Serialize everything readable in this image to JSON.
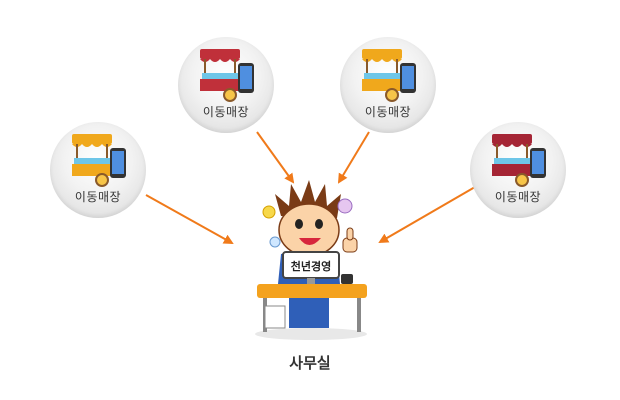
{
  "nodes": [
    {
      "label": "이동매장",
      "awning": "#f0a81c"
    },
    {
      "label": "이동매장",
      "awning": "#c0303a"
    },
    {
      "label": "이동매장",
      "awning": "#f0a81c"
    },
    {
      "label": "이동매장",
      "awning": "#a52535"
    }
  ],
  "office": {
    "label": "사무실",
    "monitor_text": "천년경영"
  },
  "colors": {
    "arrow": "#f07a1a",
    "desk": "#f4a21e",
    "shirt": "#2f5fb8"
  }
}
